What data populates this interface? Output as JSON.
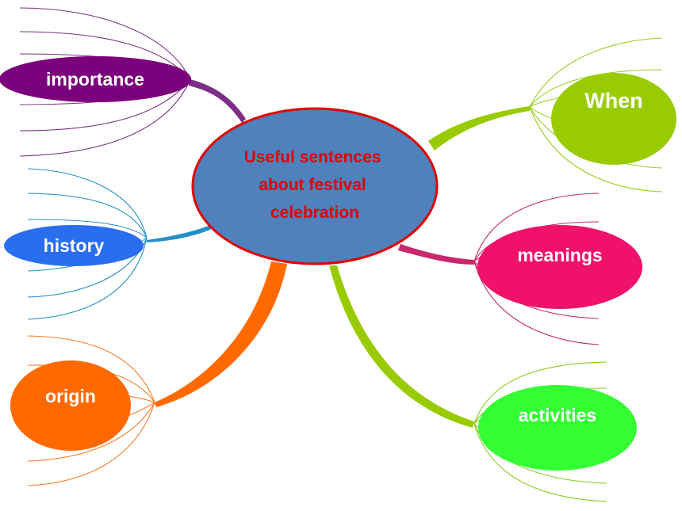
{
  "center": {
    "lines": [
      "Useful sentences",
      "about festival",
      "celebration"
    ],
    "fill": "#4f81bd",
    "border": "#e00000",
    "text_color": "#e00000"
  },
  "branches": [
    {
      "id": "importance",
      "label": "importance",
      "fill": "#7b007b",
      "line": "#7b2f86"
    },
    {
      "id": "history",
      "label": "history",
      "fill": "#2a6ef0",
      "line": "#2390c8"
    },
    {
      "id": "origin",
      "label": "origin",
      "fill": "#ff6a00",
      "line": "#f07c28"
    },
    {
      "id": "when",
      "label": "When",
      "fill": "#99cc00",
      "line": "#99cc22"
    },
    {
      "id": "meanings",
      "label": "meanings",
      "fill": "#f0116a",
      "line": "#c8286a"
    },
    {
      "id": "activities",
      "label": "activities",
      "fill": "#33ff33",
      "line": "#8ccc22"
    }
  ]
}
